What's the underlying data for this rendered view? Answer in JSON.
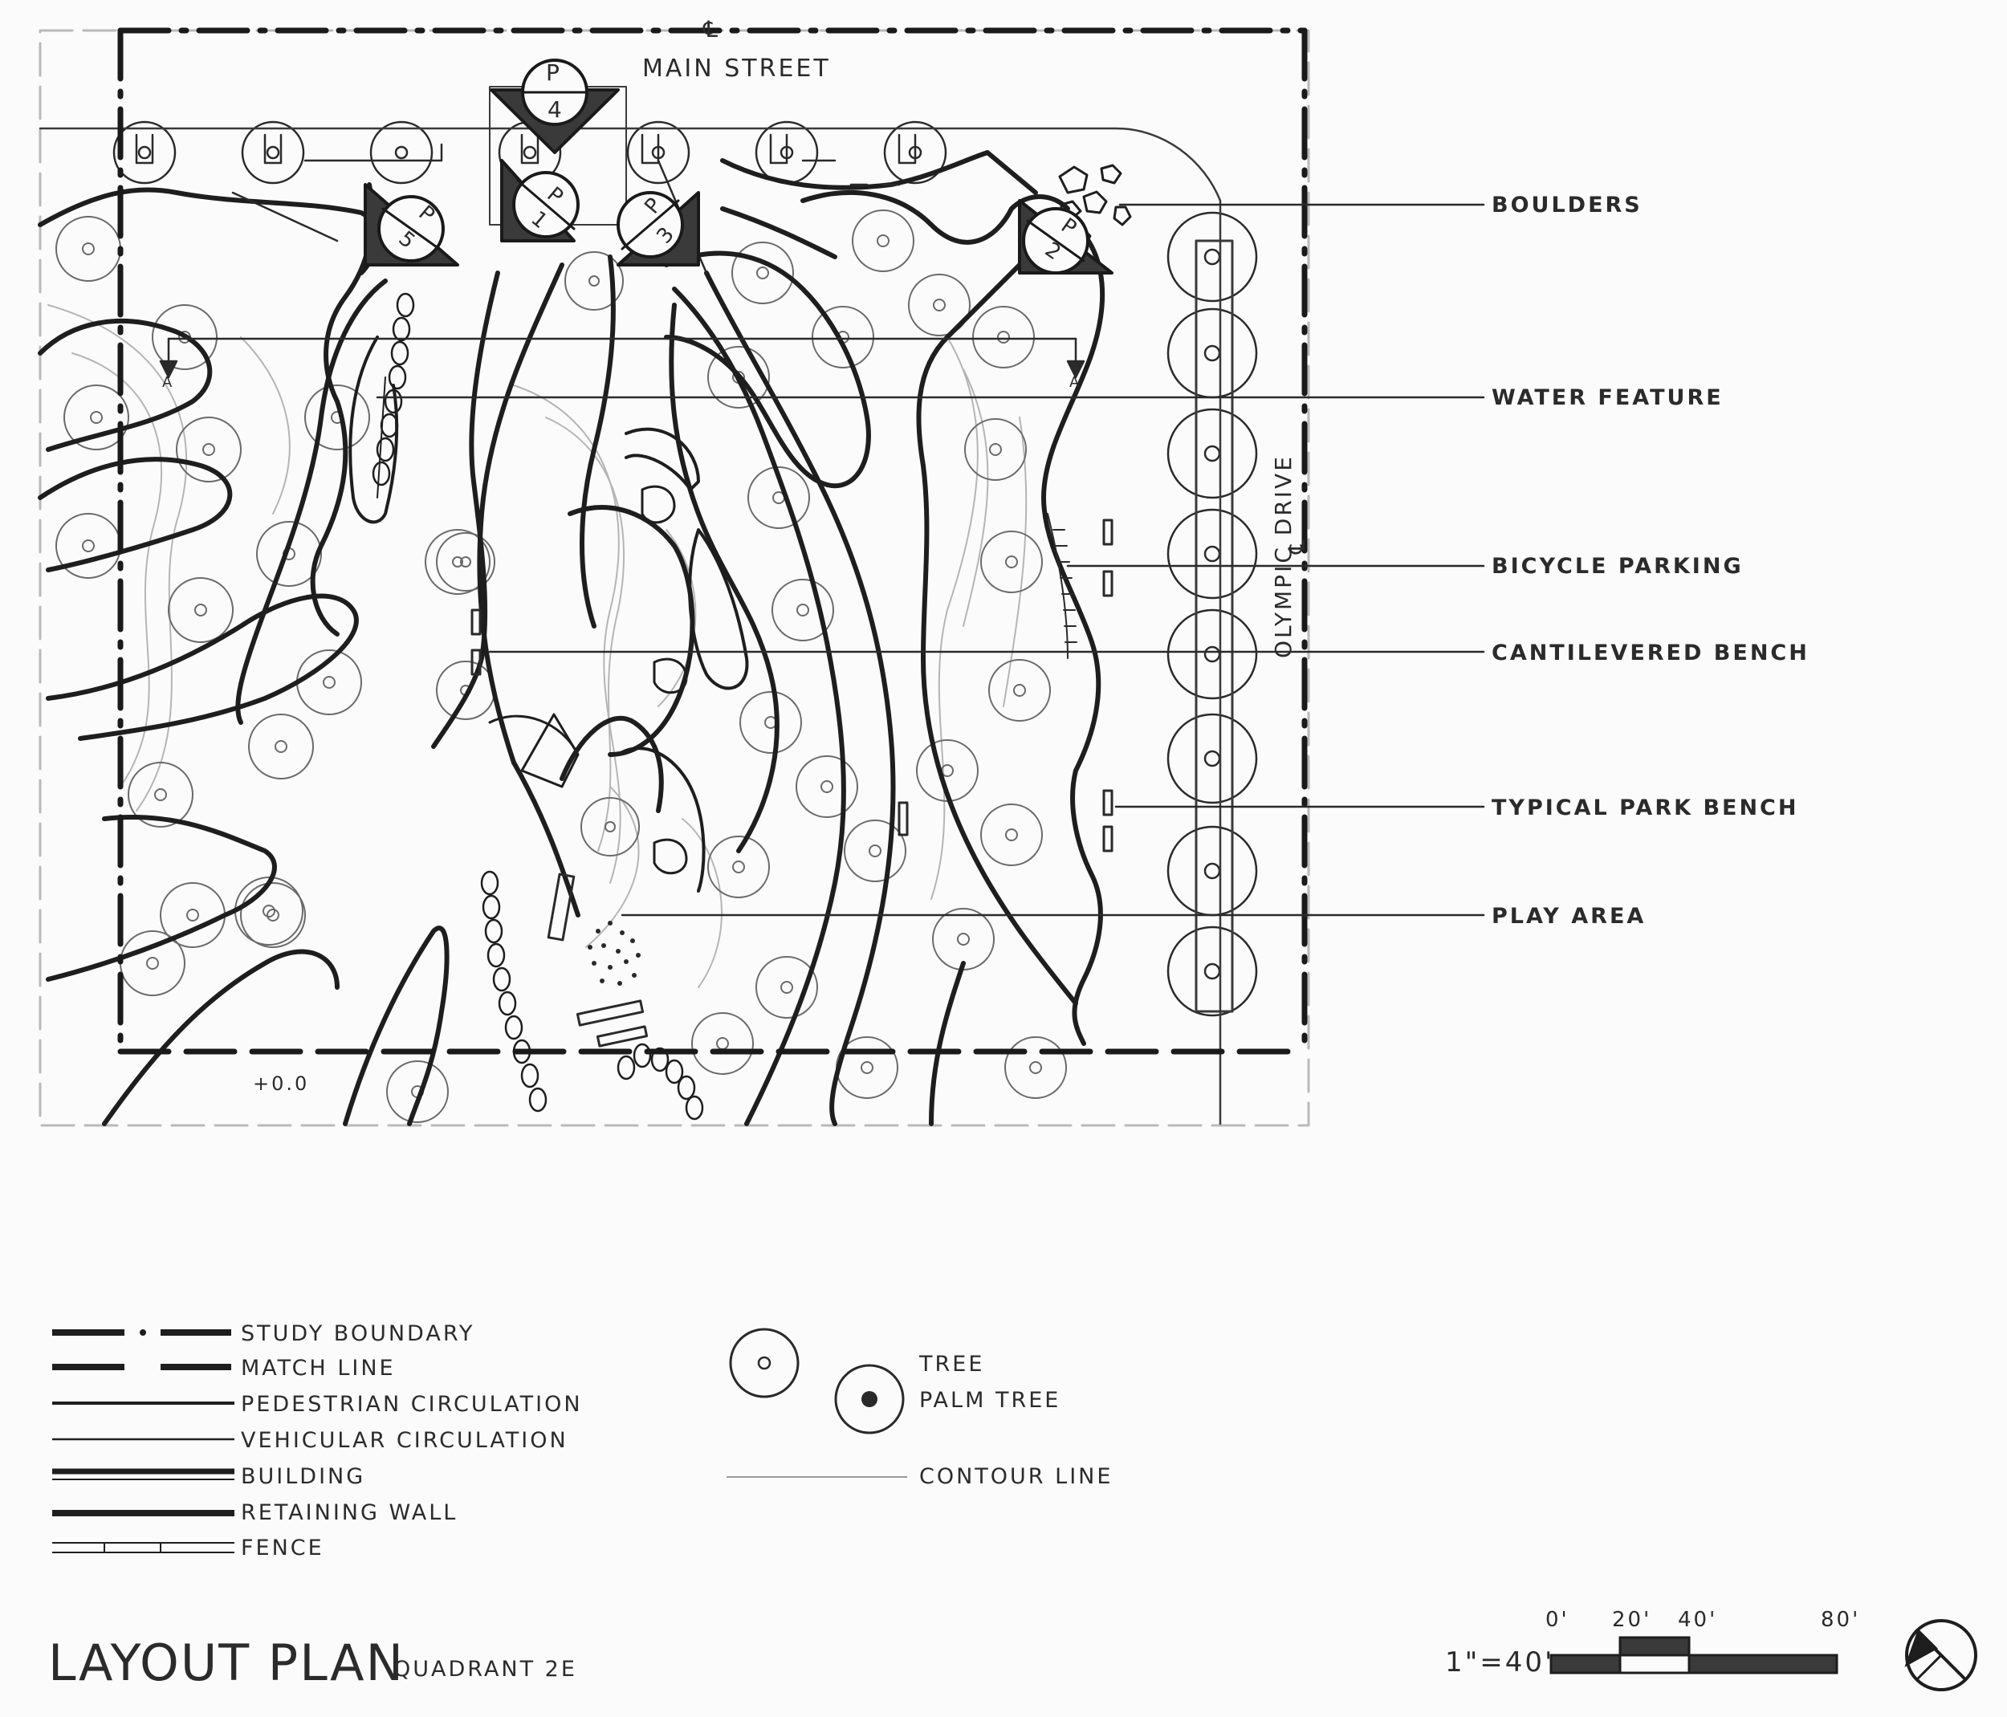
{
  "sheet": {
    "title": "LAYOUT PLAN",
    "subtitle": "QUADRANT 2E",
    "scale_text": "1\"=40'",
    "scale_ticks": [
      "0'",
      "20'",
      "40'",
      "80'"
    ]
  },
  "streets": {
    "main": "MAIN STREET",
    "side": "OLYMPIC DRIVE",
    "centerline_symbol": "℄"
  },
  "plaza_markers": [
    {
      "top": "P",
      "bottom": "1"
    },
    {
      "top": "P",
      "bottom": "2"
    },
    {
      "top": "P",
      "bottom": "3"
    },
    {
      "top": "P",
      "bottom": "4"
    },
    {
      "top": "P",
      "bottom": "5"
    }
  ],
  "section_marks": [
    "A",
    "A"
  ],
  "spot_elevation": "+0.0",
  "callouts": [
    "BOULDERS",
    "WATER FEATURE",
    "BICYCLE PARKING",
    "CANTILEVERED BENCH",
    "TYPICAL PARK BENCH",
    "PLAY AREA"
  ],
  "legend": {
    "lines": [
      "STUDY BOUNDARY",
      "MATCH LINE",
      "PEDESTRIAN CIRCULATION",
      "VEHICULAR CIRCULATION",
      "BUILDING",
      "RETAINING WALL",
      "FENCE"
    ],
    "symbols": [
      "TREE",
      "PALM TREE",
      "CONTOUR LINE"
    ]
  },
  "north_arrow_icon": "north-arrow-icon"
}
